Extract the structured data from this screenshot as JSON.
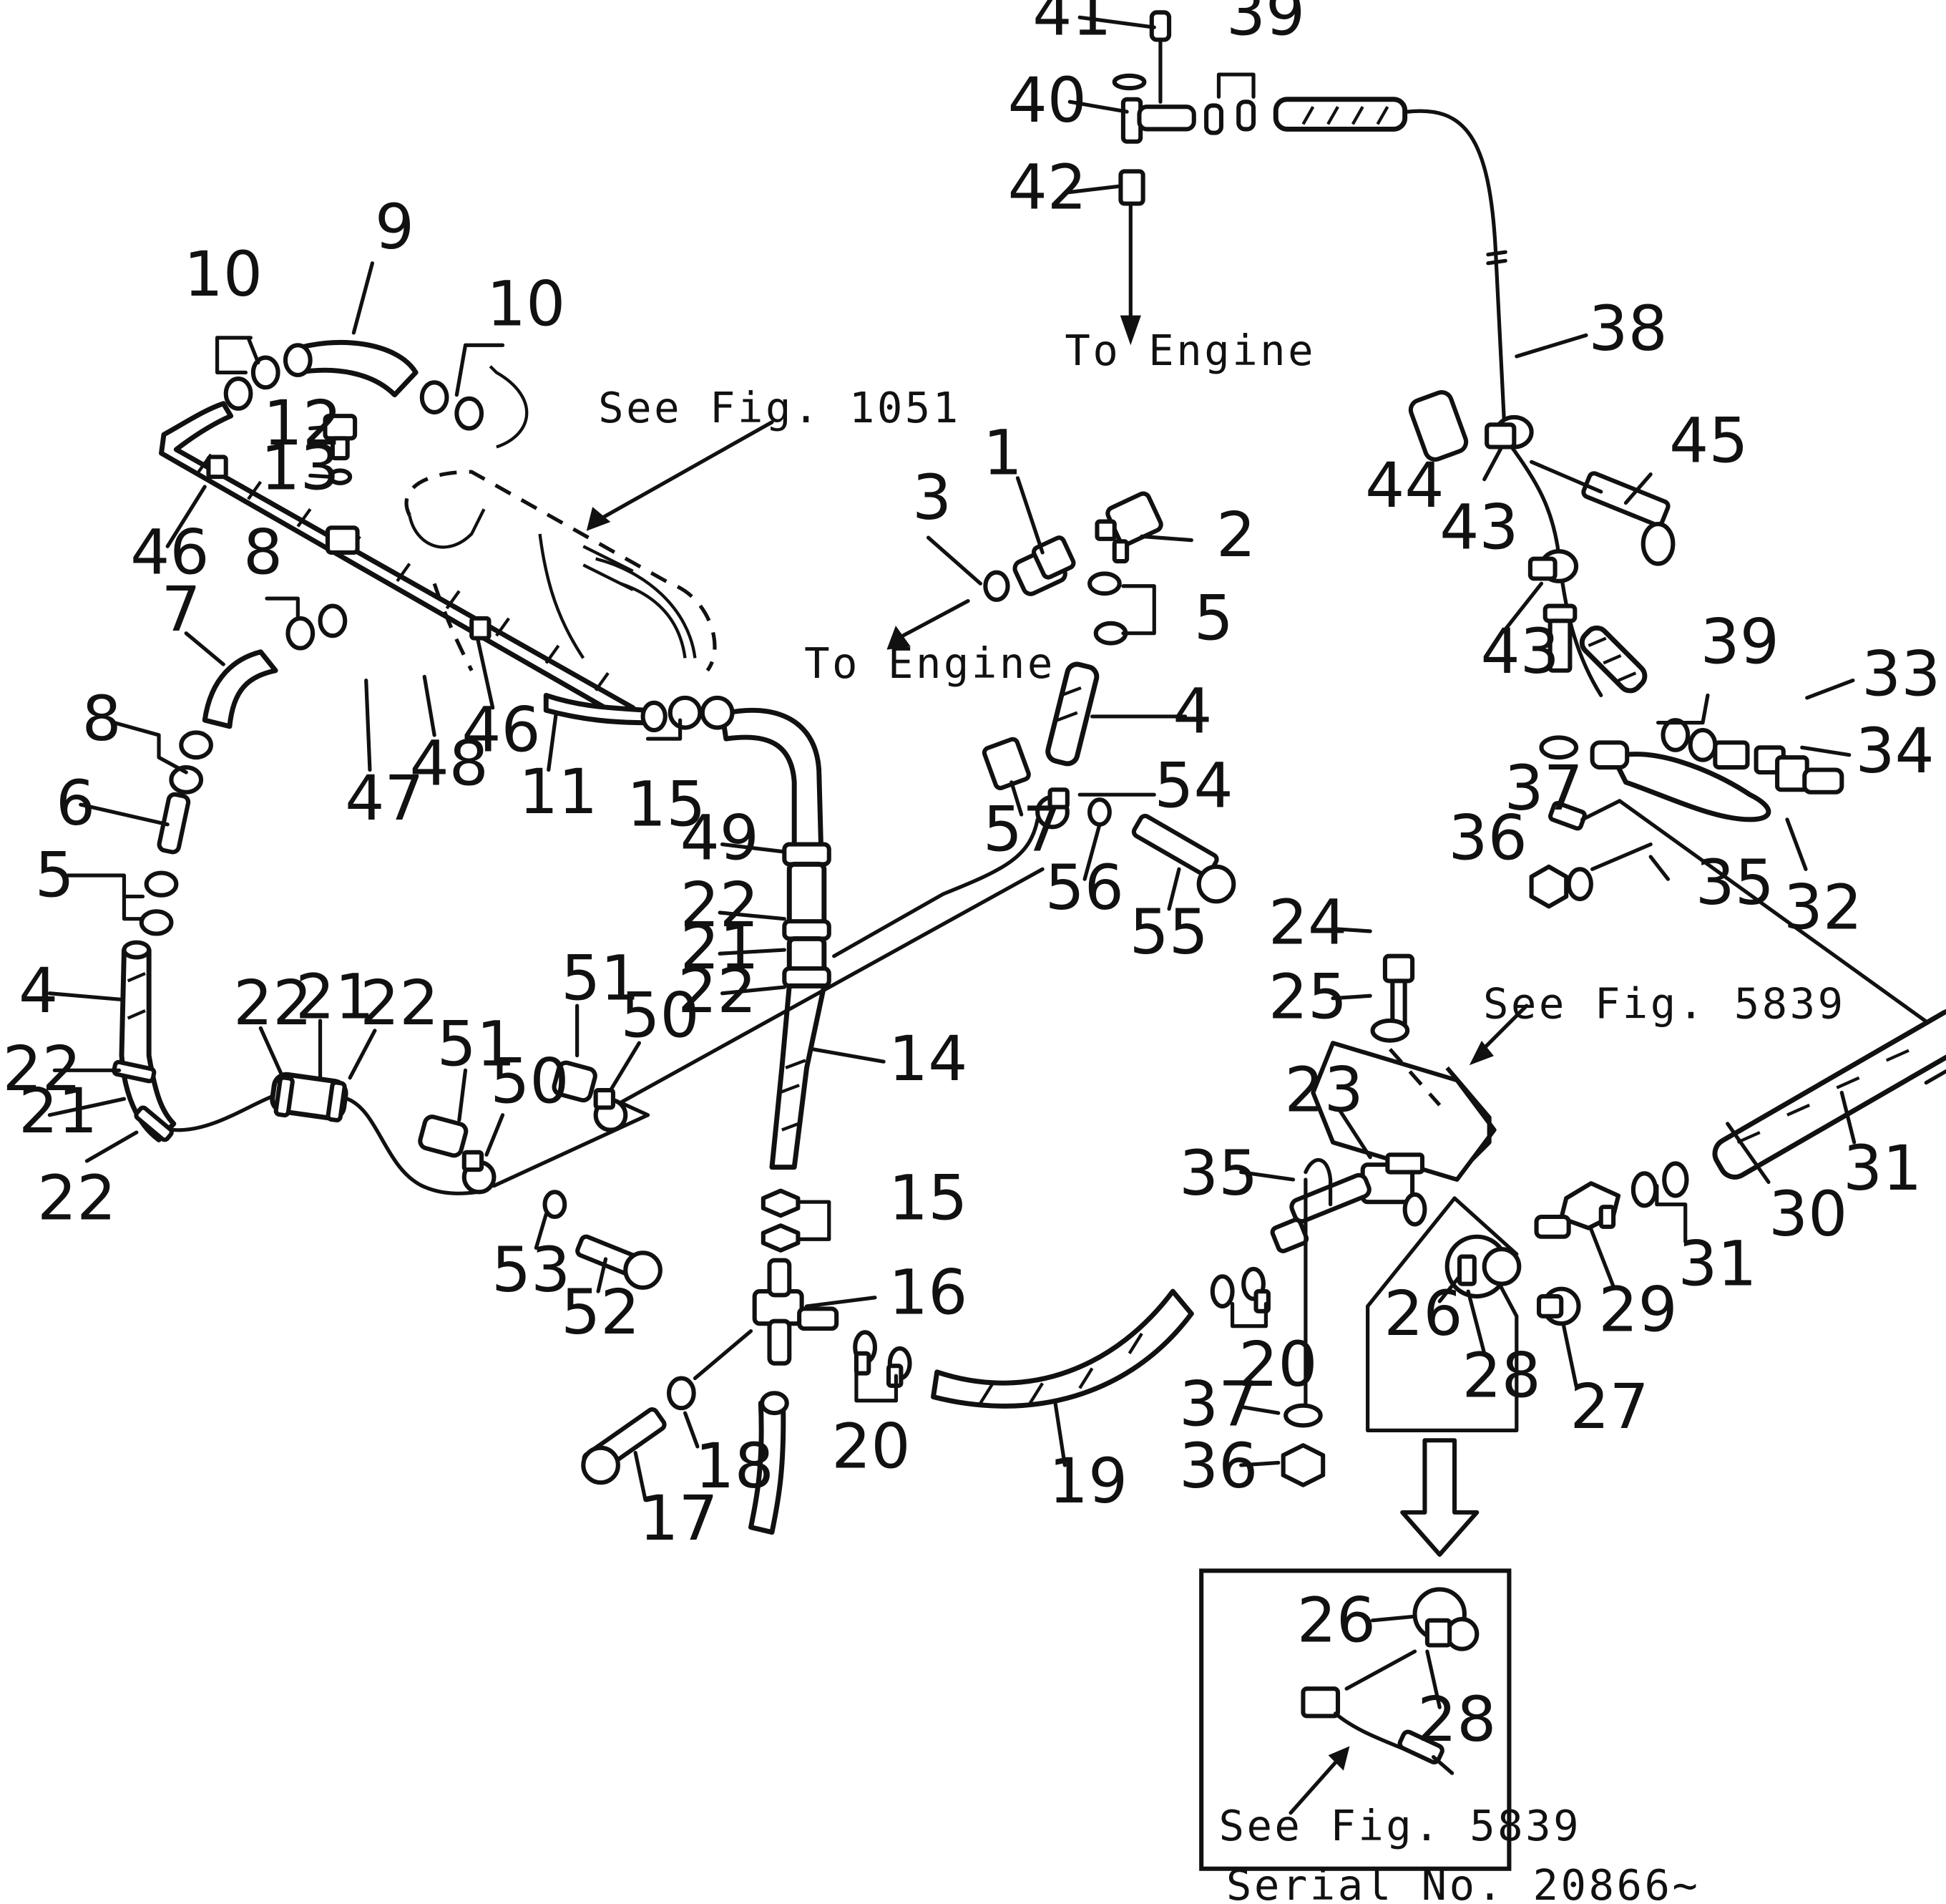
{
  "callouts": {
    "n1": "1",
    "n2": "2",
    "n3": "3",
    "n4a": "4",
    "n4b": "4",
    "n5a": "5",
    "n5b": "5",
    "n6": "6",
    "n7": "7",
    "n8a": "8",
    "n8b": "8",
    "n9": "9",
    "n10a": "10",
    "n10b": "10",
    "n11": "11",
    "n12": "12",
    "n13": "13",
    "n14": "14",
    "n15a": "15",
    "n15b": "15",
    "n16": "16",
    "n17": "17",
    "n18": "18",
    "n19": "19",
    "n20a": "20",
    "n20b": "20",
    "n21a": "21",
    "n21b": "21",
    "n21c": "21",
    "n22a": "22",
    "n22b": "22",
    "n22c": "22",
    "n22d": "22",
    "n22e": "22",
    "n22f": "22",
    "n23": "23",
    "n24": "24",
    "n25": "25",
    "n26a": "26",
    "n26b": "26",
    "n27": "27",
    "n28a": "28",
    "n28b": "28",
    "n29": "29",
    "n30": "30",
    "n31a": "31",
    "n31b": "31",
    "n32": "32",
    "n33": "33",
    "n34": "34",
    "n35a": "35",
    "n35b": "35",
    "n36a": "36",
    "n36b": "36",
    "n37a": "37",
    "n37b": "37",
    "n38": "38",
    "n39a": "39",
    "n39b": "39",
    "n40": "40",
    "n41": "41",
    "n42": "42",
    "n43a": "43",
    "n43b": "43",
    "n44": "44",
    "n45": "45",
    "n46a": "46",
    "n46b": "46",
    "n47": "47",
    "n48": "48",
    "n49": "49",
    "n50a": "50",
    "n50b": "50",
    "n51a": "51",
    "n51b": "51",
    "n52": "52",
    "n53": "53",
    "n54": "54",
    "n55": "55",
    "n56": "56",
    "n57": "57"
  },
  "notes": {
    "to_engine_top": "To Engine",
    "to_engine_mid": "To Engine",
    "see_fig_1051": "See Fig. 1051",
    "see_fig_5839_main": "See Fig. 5839",
    "see_fig_5839_inset": "See Fig. 5839",
    "serial_no": "Serial No. 20866~"
  }
}
